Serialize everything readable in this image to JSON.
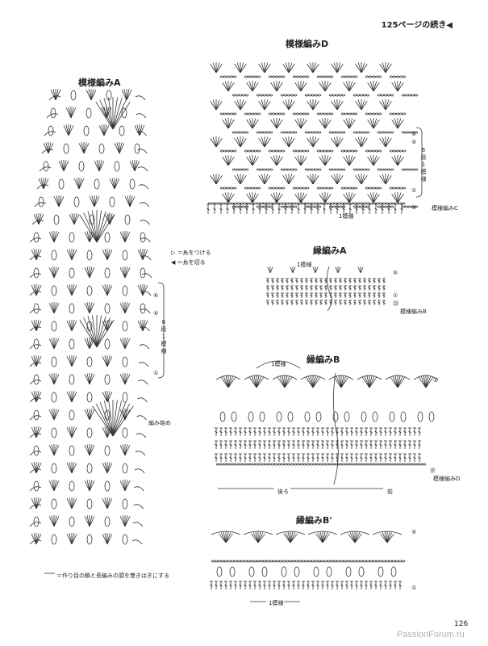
{
  "header": {
    "continued": "125ページの続き◀"
  },
  "pattern_a": {
    "title": "模様編みA",
    "legend_attach": "▷ ＝糸をつける",
    "legend_cut": "◀ ＝糸を切る",
    "row_labels": [
      "⑥",
      "⑤",
      "①"
    ],
    "repeat": "6段1模様",
    "start_note": "編み始め",
    "bottom_note": "＝作り目の鎖と長編みの頭を巻きはぎにする"
  },
  "pattern_d": {
    "title": "模様編みD",
    "row_labels": [
      "⑥",
      "⑤",
      "①",
      "⑤"
    ],
    "repeat": "6段1模様",
    "one_repeat": "1模様",
    "to_c": "模様編みC"
  },
  "edge_a": {
    "title": "縁編みA",
    "one_repeat": "1模様",
    "row_labels": [
      "⑤",
      "①",
      "㉓"
    ],
    "to_b": "模様編みB"
  },
  "edge_b": {
    "title": "縁編みB",
    "one_repeat": "1模様",
    "row_labels": [
      "①",
      "㊲"
    ],
    "to_d": "模様編みD",
    "back": "後ろ",
    "front": "前"
  },
  "edge_b2": {
    "title": "縁編みB'",
    "one_repeat": "1模様",
    "row_labels": [
      "⑤",
      "①"
    ]
  },
  "page_number": "126",
  "watermark": "PassionForum.ru"
}
